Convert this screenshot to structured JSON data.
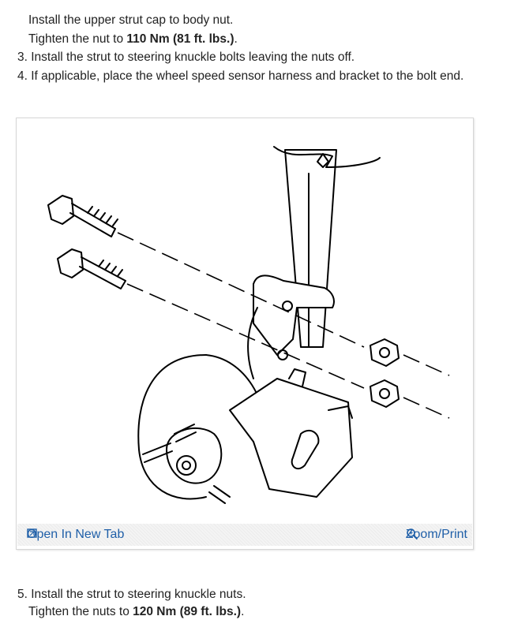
{
  "steps_top": {
    "cap_line": "Install the upper strut cap to body nut.",
    "tighten_prefix": "Tighten the nut to ",
    "tighten_value": "110 Nm (81 ft. lbs.)",
    "tighten_suffix": ".",
    "step3_num": "3.",
    "step3_text": "Install the strut to steering knuckle bolts leaving the nuts off.",
    "step4_num": "4.",
    "step4_text": "If applicable, place the wheel speed sensor harness and bracket to the bolt end."
  },
  "figure": {
    "open_label": "Open In New Tab",
    "zoom_label": "Zoom/Print",
    "open_icon": "open-new-tab-icon",
    "zoom_icon": "magnifier-icon",
    "link_color": "#1f5fa8"
  },
  "steps_bottom": {
    "step5_num": "5.",
    "step5_text": "Install the strut to steering knuckle nuts.",
    "tighten_prefix": "Tighten the nuts to ",
    "tighten_value": "120 Nm (89 ft. lbs.)",
    "tighten_suffix": "."
  }
}
